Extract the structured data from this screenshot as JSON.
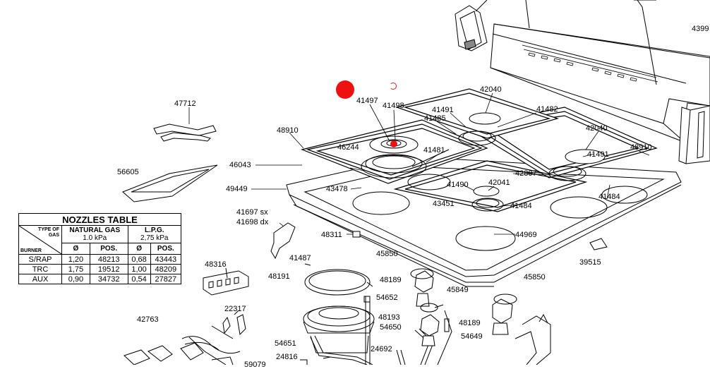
{
  "labels": [
    "47712",
    "56605",
    "48910",
    "46043",
    "49449",
    "41497",
    "41498",
    "41491",
    "41485",
    "42040",
    "41482",
    "46244",
    "41481",
    "42040",
    "48910",
    "43478",
    "42807",
    "41491",
    "41490",
    "42041",
    "41484",
    "43451",
    "41484",
    "41697 sx",
    "41698 dx",
    "48311",
    "44969",
    "39515",
    "48316",
    "41487",
    "45850",
    "48191",
    "48189",
    "54652",
    "45849",
    "45850",
    "48193",
    "54650",
    "48189",
    "54649",
    "22317",
    "42763",
    "54651",
    "24692",
    "24816",
    "4399",
    "59079"
  ],
  "table": {
    "title": "NOZZLES TABLE",
    "corner_type": "TYPE OF",
    "corner_gas": "GAS",
    "corner_burner": "BURNER",
    "natural_gas": "NATURAL GAS",
    "natural_pressure": "1.0 kPa",
    "lpg": "L.P.G.",
    "lpg_pressure": "2,75 kPa",
    "col_diam": "Ø",
    "col_pos": "POS.",
    "rows": [
      {
        "burner": "S/RAP",
        "ng_d": "1,20",
        "ng_p": "48213",
        "lpg_d": "0,68",
        "lpg_p": "43443"
      },
      {
        "burner": "TRC",
        "ng_d": "1,75",
        "ng_p": "19512",
        "lpg_d": "1,00",
        "lpg_p": "48209"
      },
      {
        "burner": "AUX",
        "ng_d": "0,90",
        "ng_p": "34732",
        "lpg_d": "0,54",
        "lpg_p": "27827"
      }
    ]
  },
  "colors": {
    "marker": "#ee1111",
    "line": "#000000"
  }
}
